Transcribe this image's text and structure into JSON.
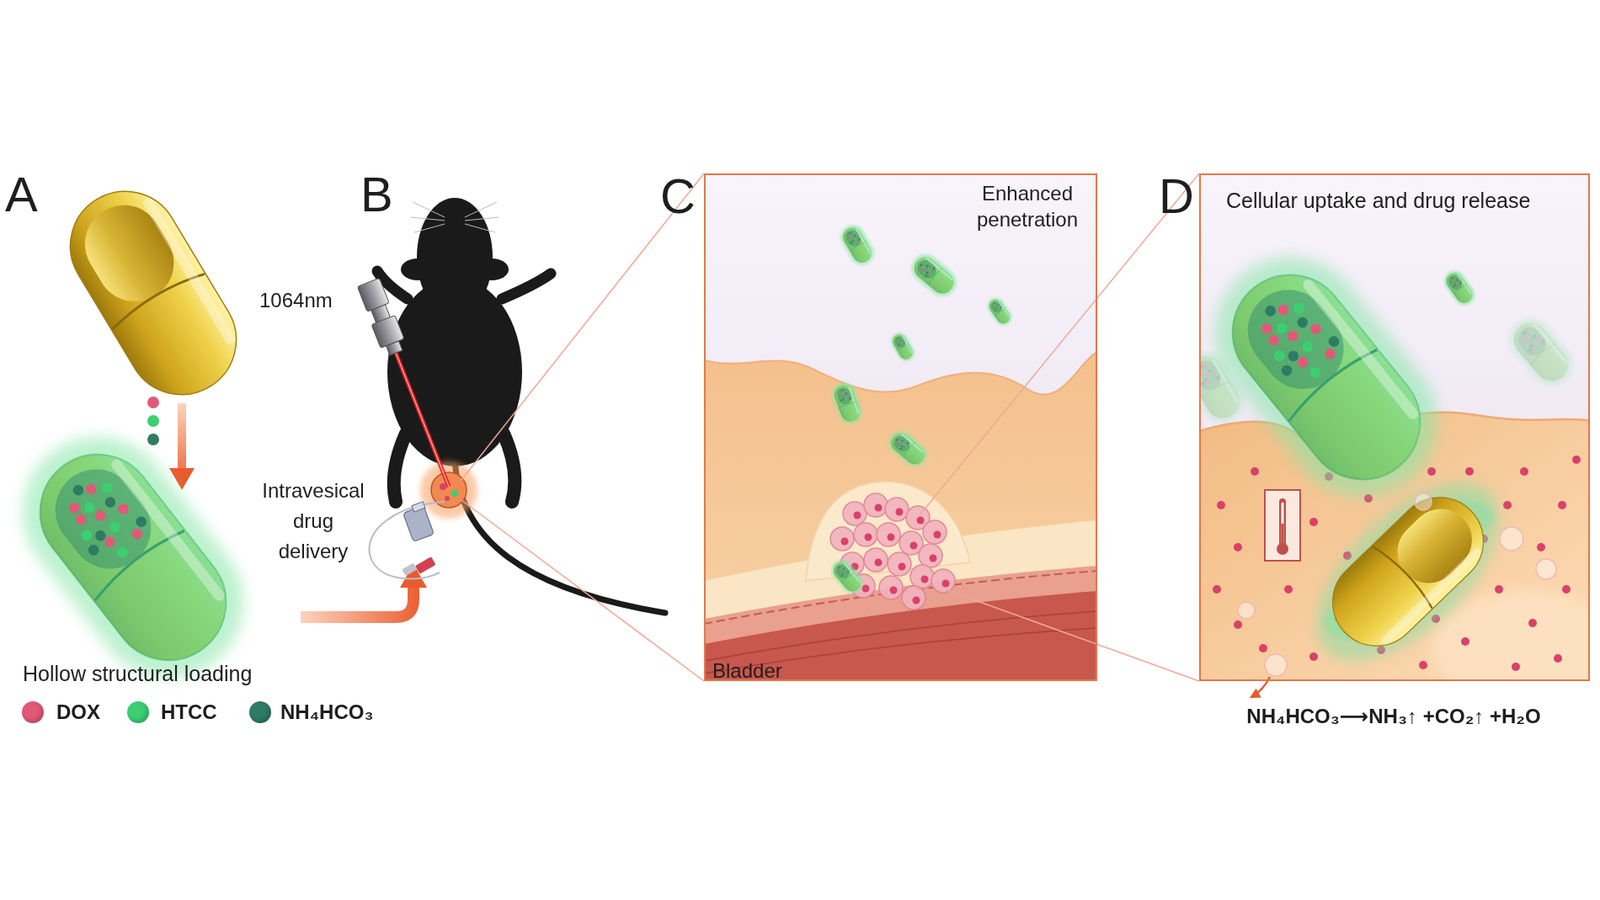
{
  "diagram": {
    "nodes": [
      {
        "text": [
          "C",
          "Enhanced penetration",
          "Bladder"
        ]
      },
      {
        "text": [
          "D",
          "Cellular uptake and drug release"
        ]
      }
    ],
    "labels": [
      "A",
      "B",
      "1064nm",
      "Intravesical drug delivery",
      "Hollow structural loading",
      "NH₄HCO₃⟶NH₃↑ +CO₂↑ +H₂O"
    ],
    "legend": [
      {
        "text": "DOX",
        "color": "#e05a78"
      },
      {
        "text": "HTCC",
        "color": "#3ccf72"
      },
      {
        "text": "NH₄HCO₃",
        "color": "#2f7b63"
      }
    ]
  }
}
